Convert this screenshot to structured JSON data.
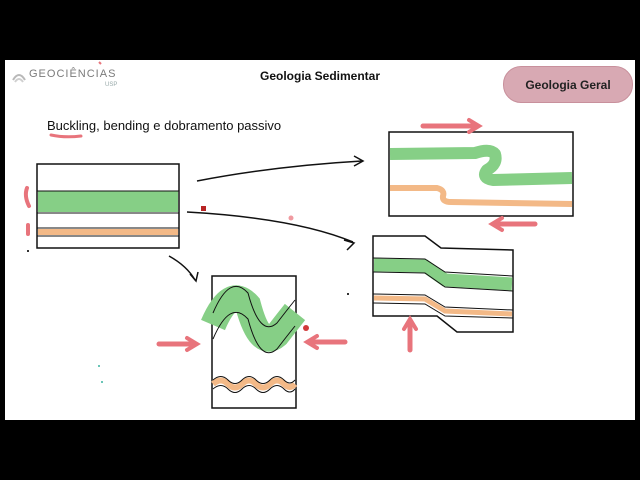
{
  "header": {
    "logo_text": "GEOCIÊNCIAS",
    "logo_sub": "USP",
    "title": "Geologia Sedimentar",
    "badge": "Geologia Geral"
  },
  "slide": {
    "subtitle": "Buckling, bending e dobramento passivo"
  },
  "colors": {
    "green_layer": "#86cf86",
    "orange_layer": "#f3b987",
    "arrow_red": "#e8747c",
    "badge_bg": "#d8a9b3"
  }
}
